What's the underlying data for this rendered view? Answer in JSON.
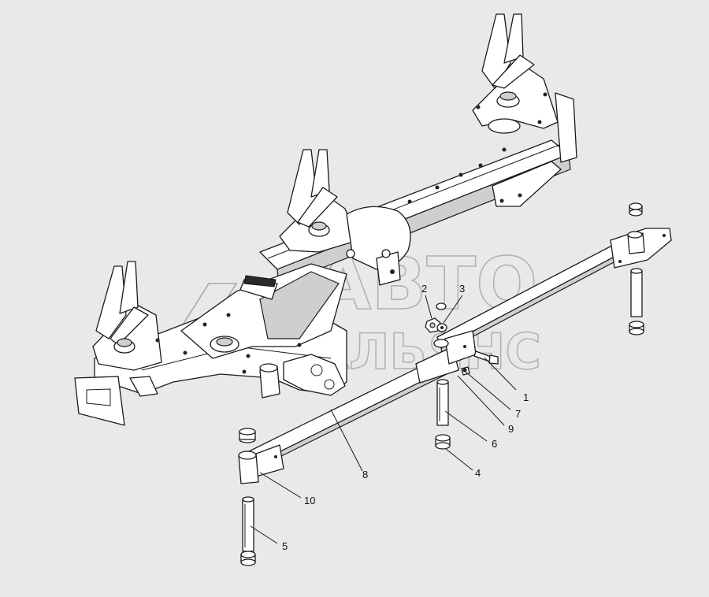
{
  "diagram": {
    "callouts": [
      "1",
      "2",
      "3",
      "4",
      "5",
      "6",
      "7",
      "8",
      "9",
      "10"
    ]
  },
  "watermark": {
    "line1": "АВТО",
    "line2": "АЛЬЯНС"
  },
  "colors": {
    "background": "#e9e9e9",
    "line": "#1b1b1b",
    "watermark": "#a9a9a9"
  }
}
